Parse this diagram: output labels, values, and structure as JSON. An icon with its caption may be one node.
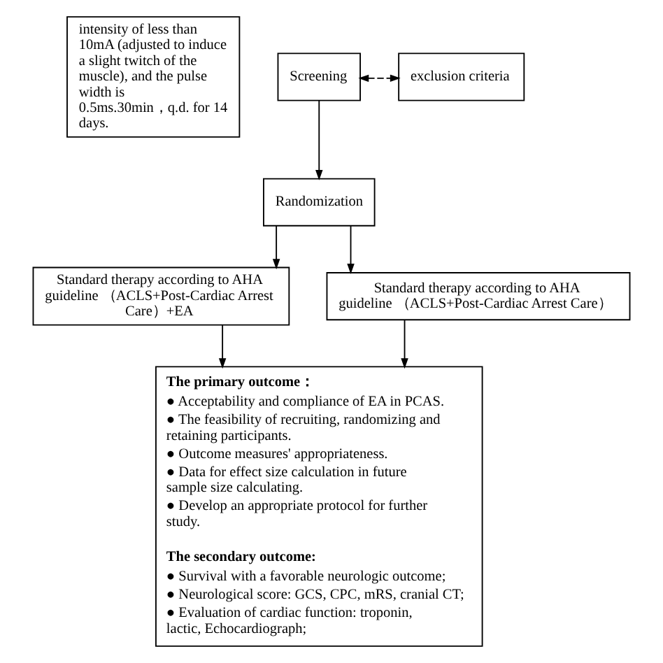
{
  "diagram": {
    "nodes": [
      {
        "text": [
          "intensity of less than 10mA (adjusted to induce a slight twitch of the muscle), and the pulse width is 0.5ms.30min，q.d. for 14 days."
        ]
      },
      {
        "text": [
          "Screening"
        ]
      },
      {
        "text": [
          "exclusion criteria"
        ]
      },
      {
        "text": [
          "Randomization"
        ]
      },
      {
        "text": [
          "Standard therapy according to AHA guideline （ACLS+Post-Cardiac Arrest Care）+EA"
        ]
      },
      {
        "text": [
          "Standard therapy according to AHA guideline （ACLS+Post-Cardiac Arrest Care）"
        ]
      },
      {
        "text": [
          "The primary outcome：",
          "● Acceptability and compliance of EA in PCAS.",
          "● The feasibility of recruiting, randomizing and retaining participants.",
          "● Outcome measures' appropriateness.",
          "● Data for effect size calculation in future sample size calculating.",
          "● Develop an appropriate protocol for further study.",
          "The secondary outcome:",
          "● Survival with a favorable neurologic outcome;",
          "● Neurological score: GCS, CPC, mRS, cranial CT;",
          "● Evaluation of cardiac function: troponin, lactic, Echocardiograph;"
        ]
      }
    ],
    "edges": [
      {
        "from": 1,
        "to": 2,
        "arrow": "both",
        "style": "dashed"
      },
      {
        "from": 1,
        "to": 3,
        "arrow": "to"
      },
      {
        "from": 3,
        "to": 4,
        "arrow": "to"
      },
      {
        "from": 3,
        "to": 5,
        "arrow": "to"
      },
      {
        "from": 4,
        "to": 6,
        "arrow": "to"
      },
      {
        "from": 5,
        "to": 6,
        "arrow": "to"
      }
    ]
  }
}
